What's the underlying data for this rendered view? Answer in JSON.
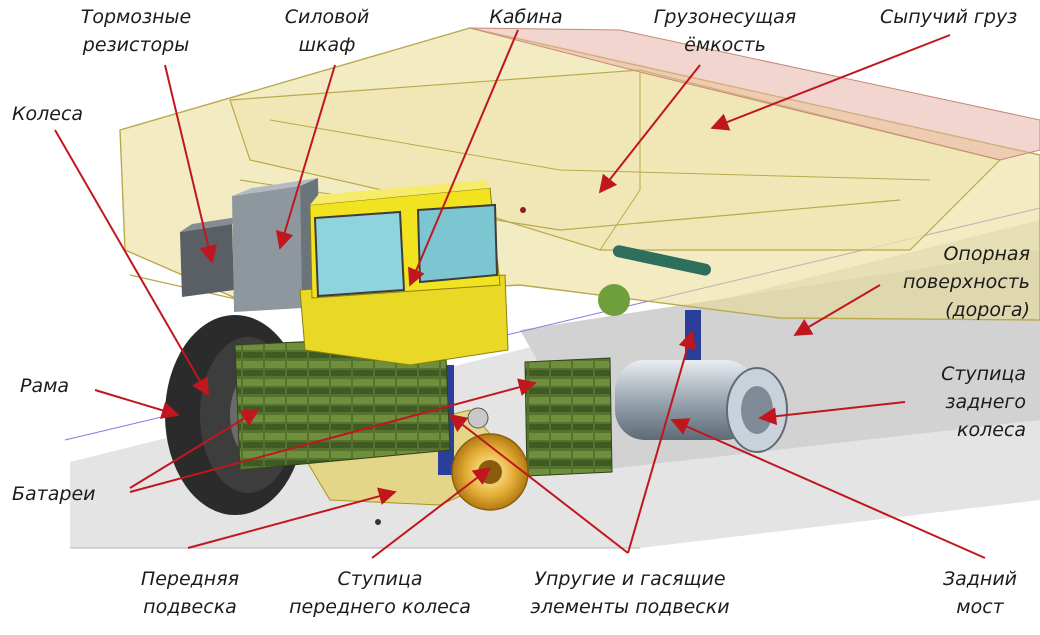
{
  "labels": {
    "brake_resistors": [
      "Тормозные",
      "резисторы"
    ],
    "power_cabinet": [
      "Силовой",
      "шкаф"
    ],
    "cabin": [
      "Кабина"
    ],
    "body": [
      "Грузонесущая",
      "ёмкость"
    ],
    "bulk_cargo": [
      "Сыпучий груз"
    ],
    "wheels": [
      "Колеса"
    ],
    "road": [
      "Опорная",
      "поверхность",
      "(дорога)"
    ],
    "frame": [
      "Рама"
    ],
    "rear_hub": [
      "Ступица",
      "заднего",
      "колеса"
    ],
    "batteries": [
      "Батареи"
    ],
    "front_suspension": [
      "Передняя",
      "подвеска"
    ],
    "front_hub": [
      "Ступица",
      "переднего колеса"
    ],
    "suspension_elements": [
      "Упругие и гасящие",
      "элементы подвески"
    ],
    "rear_axle": [
      "Задний",
      "мост"
    ]
  },
  "colors": {
    "arrow": "#c0171f",
    "body_fill": "#e8d98a",
    "cargo_fill": "#e3a9a0",
    "cabin_yellow": "#f0e21e",
    "cabin_glass": "#8fd3dc",
    "battery_green": "#4e6b2a",
    "tire": "#2a2a2a",
    "axle_grey": "#a9b3bd",
    "road_grey": "#e3e3e3",
    "hub_gold": "#e0a326"
  }
}
